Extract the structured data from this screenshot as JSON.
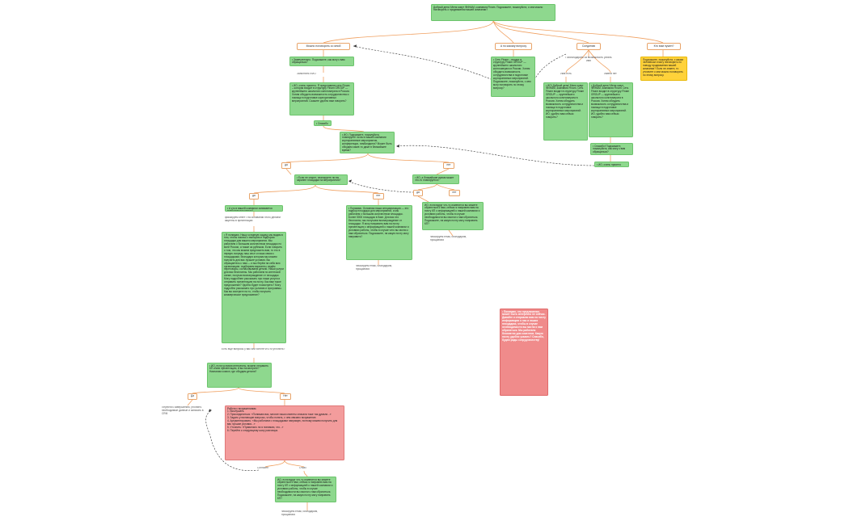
{
  "colors": {
    "line": "#f0a060",
    "dashed": "#333333",
    "green": "#8ed88e",
    "red": "#f08b8b",
    "yellow": "#ffd23a"
  },
  "nodes": {
    "root": "Добрый день! Меня зовут ФИНАМ, компания Finam. Подскажите, пожалуйста, с кем можно поговорить о продвижении вашей компании?",
    "b_talk": "Можно поговорить со мной",
    "b_question": "А по какому вопросу",
    "b_connect": "Соединяю",
    "b_who": "Кто вам нужен?",
    "q_name": "• Замечательно. Подскажите, как могу к вам обращаться?",
    "identify": "Заполнить ФИО",
    "intro": "• ИО, очень приятно. Я представляю сеть Finam – которая входит в структуру Finam GROUP — крупнейшего школьного конгломерата в России. Хотим обсудить возможность сотрудничества и помощи в подготовке корпоративных мероприятий. Скажите удобно вам говорить?",
    "answer_question": "• Сеть Finam – входит в структуру Finam GROUP — крупнейшего школьного конгломерата в России. Хотим обсудить возможность сотрудничества в подготовке корпоративных мероприятий. Подскажите, пожалуйста, с кем могу поговорить по этому вопросу?",
    "connect_note": "Поблагодарить за возможность узнать имя",
    "name_yes": "Имя есть",
    "name_no": "Имени нет",
    "connect_yes": "• ИО! Добрый день! Меня зовут ФИНАМ, компания Finam. Сеть Finam входит в структуру Finam GROUP — крупнейшего школьного конгломерата в России. Хотим обсудить возможность сотрудничества и помощи в подготовке корпоративных мероприятий. ИО, удобно вам сейчас говорить?",
    "connect_no": "• Добрый день! Меня зовут ФИНАМ, компания Finam. Сеть Finam входит в структуру Finam GROUP — крупнейшего школьного конгломерата в России. Хотим обсудить возможность сотрудничества и помощи в подготовке корпоративных мероприятий. ИО, удобно вам сейчас говорить?",
    "who_text": "Подскажите, пожалуйста, с каким человеком я могу поговорить по поводу продвижения вашей компании? Если не знаете, то уточните с кем можно поговорить по этому вопросу.",
    "thanks_ask": "• Спасибо! Подскажите, пожалуйста, как могу к вам обращаться?",
    "very_nice": "• ИО, очень приятно",
    "thanks": "• Спасибо",
    "events_q": "• ИО, Подскажите, пожалуйста, планируете ли вы в вашей компании корпоративные мероприятия, конференции, тимбилдинги? Может быть обсудим какие-то даже в ближайшее время?",
    "yes1": "да",
    "no1": "нет",
    "plan_q": "• Если не секрет, планируете ли вы заранее площадки на мероприятия?",
    "yes2": "да",
    "no2": "нет",
    "send_q": "• ИО, а ближайшие время может что-то планируется?",
    "yes3": "да",
    "no3": "нет",
    "pick_q": "• А кто в вашей компании занимается подбором площадок?",
    "fix_resp": "фиксируем ответ • на основании этого делаем акценты в презентации",
    "presentation": "• Я понимаю. Нашу основную задачу мы видим в том, чтобы помочь с выбором и подбором площадки для вашего мероприятия. Мы работаем с большим количеством площадок по всей России, а также за рубежом. Если говорить о том, что мы можем предложить вам, то это в первую очередь наш опыт и наши связи с площадками, благодаря которым мы можем получить для вас лучшие условия. Вы обращаетесь к нам — и мы берём на себя всю организацию: подбираем варианты, ведём переговоры, согласовываем детали. Наши услуги для вас бесплатны. Мы работаем по агентской схеме, получая вознаграждение от площадок. Могу подробнее рассказать про наши услуги и отправить презентацию на почту. Как вам такое предложение? Удобно будет посмотреть? Могу подробно рассказать про условия и программы. Как вы смотрите на то, чтобы получить коммерческое предложение?",
    "any_q": "Есть ещё вопросы у вас или хотите что-то уточнить?",
    "declined_text": "• Понимаю. Основная наша специализация — это подбор площадок для мероприятий, и мы работаем с большим количеством площадок. Более 5000 площадок в базе. Для вас это бесплатно, мы получаем вознаграждение от площадки. Я могу направить вам на почту презентацию с информацией о нашей компании и условиях работы, чтобы в случае чего вы могли к нам обратиться. Подскажите, на какую почту могу направить?",
    "fix_email1": "Фиксируем email, благодарим, прощаемся",
    "send_later": "ИО, если вдруг что-то изменится вы можете обратиться к нам, сейчас я направлю вам на почту КП с информацией о нашей компании и условиях работы, чтобы в случае необходимости вы смогли к нам обратиться. Подскажите, на какую почту могу направить КП?",
    "fix_email2": "Фиксируем email, благодарим, прощаемся",
    "offer_q": "• ИО, если условия интересны, можем отправить КП и/или презентацию, а вы посмотрите? Назначим созвон, где обсудим детали?",
    "yes4": "Да",
    "no4": "Нет",
    "agree": "Перейти к завершению, уточнить необходимые данные и записать в CRM",
    "objections": "Работа с возражениями.\n1. Выслушать.\n2. Присоединиться: «Понимаю вас, многие наши клиенты сначала тоже так думали...»\n3. Задать уточняющие вопросы, чтобы понять, с чем связано возражение.\n4. Аргументировать: «Мы работаем с площадками напрямую, поэтому можем получить для вас лучшие условия...»\n5. Уточнить: «Правильно ли я понимаю, что...»\n6. Перейти к следующему шагу разговора.",
    "red_box": "• Понимаю, что предложение может быть интересно не сейчас. Давайте я отправлю вам на почту информацию о нас и наших площадках, чтобы в случае необходимости вы могли к нам обратиться. Мы работаем бесплатно для клиентов. Какую почту удобно указать? Спасибо, будем рады сотрудничеству!",
    "agreed": "Согласен",
    "refused": "Отказ",
    "final": "ИО, если вдруг что-то изменится вы можете обратиться к нам, сейчас я направлю вам на почту КП с информацией о нашей компании и условиях работы, чтобы в случае необходимости вы смогли к нам обратиться. Подскажите, на какую почту могу направить КП?",
    "fix_email3": "Фиксируем email, благодарим, прощаемся"
  }
}
